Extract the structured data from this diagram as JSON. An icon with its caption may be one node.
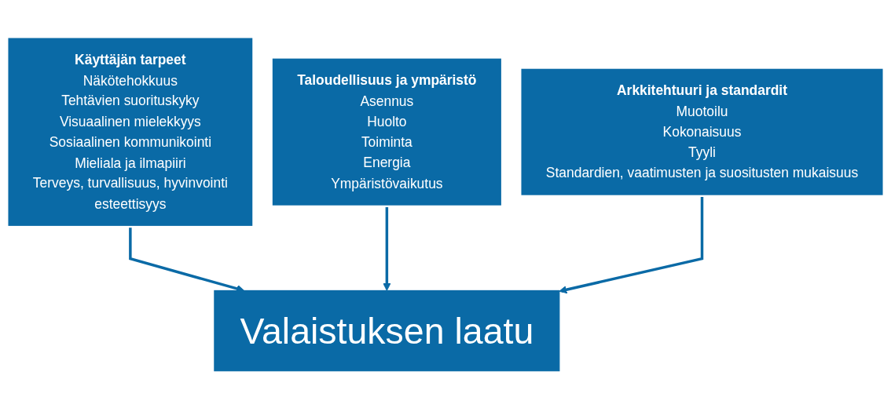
{
  "diagram": {
    "nodes": [
      {
        "text": [
          "Käyttäjän tarpeet",
          "Näkötehokkuus",
          "Tehtävien suorituskyky",
          "Visuaalinen mielekkyys",
          "Sosiaalinen kommunikointi",
          "Mieliala ja ilmapiiri",
          "Terveys, turvallisuus, hyvinvointi",
          "esteettisyys"
        ]
      },
      {
        "text": [
          "Taloudellisuus ja ympäristö",
          "Asennus",
          "Huolto",
          "Toiminta",
          "Energia",
          "Ympäristövaikutus"
        ]
      },
      {
        "text": [
          "Arkkitehtuuri ja standardit",
          "Muotoilu",
          "Kokonaisuus",
          "Tyyli",
          "Standardien, vaatimusten ja suositusten mukaisuus"
        ]
      },
      {
        "text": [
          "Valaistuksen laatu"
        ]
      }
    ],
    "edges": [
      {
        "from": 0,
        "to": 3,
        "arrow": "to"
      },
      {
        "from": 1,
        "to": 3,
        "arrow": "to"
      },
      {
        "from": 2,
        "to": 3,
        "arrow": "to"
      }
    ]
  }
}
